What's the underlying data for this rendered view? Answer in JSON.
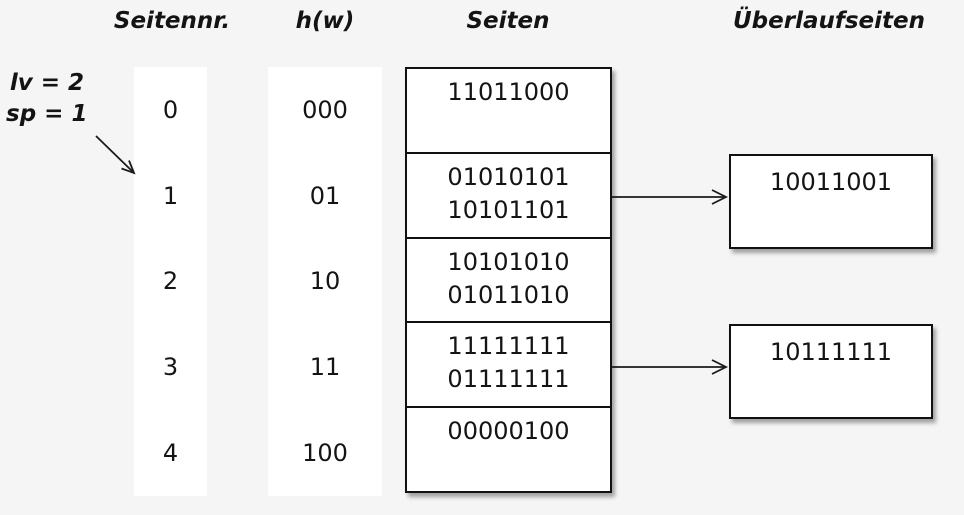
{
  "headers": {
    "seitennr": "Seitennr.",
    "hw": "h(w)",
    "seiten": "Seiten",
    "ueberlaufseiten": "Überlaufseiten"
  },
  "annotation": {
    "lv": "lv = 2",
    "sp": "sp = 1"
  },
  "rows": [
    {
      "nr": "0",
      "hw": "000",
      "entries": [
        "11011000"
      ]
    },
    {
      "nr": "1",
      "hw": "01",
      "entries": [
        "01010101",
        "10101101"
      ],
      "overflow": "10011001"
    },
    {
      "nr": "2",
      "hw": "10",
      "entries": [
        "10101010",
        "01011010"
      ]
    },
    {
      "nr": "3",
      "hw": "11",
      "entries": [
        "11111111",
        "01111111"
      ],
      "overflow": "10111111"
    },
    {
      "nr": "4",
      "hw": "100",
      "entries": [
        "00000100"
      ]
    }
  ],
  "colors": {
    "background": "#f5f5f5",
    "box_fill": "#ffffff",
    "border": "#111111",
    "text": "#141414"
  }
}
